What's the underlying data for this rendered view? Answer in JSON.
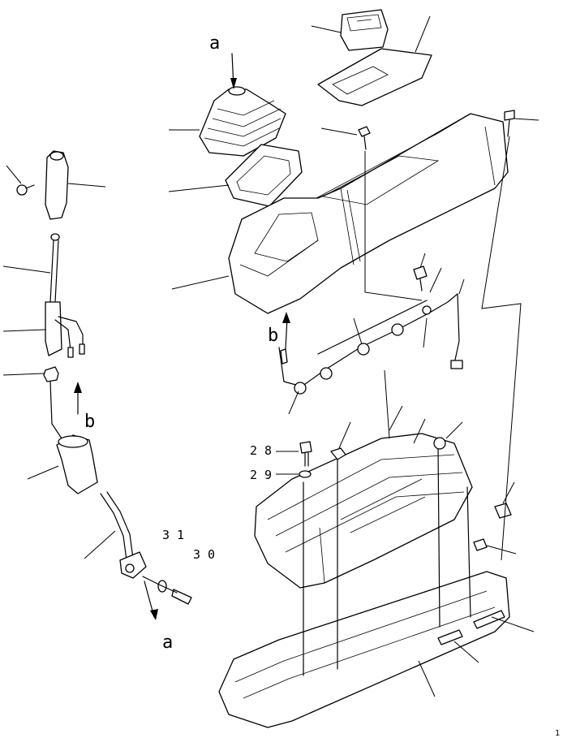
{
  "labels": {
    "ref_a_top": "a",
    "ref_a_bottom": "a",
    "ref_b_left": "b",
    "ref_b_mid": "b",
    "part_28": "2 8",
    "part_29": "2 9",
    "part_30": "3 0",
    "part_31": "3 1",
    "page_corner": "1"
  }
}
